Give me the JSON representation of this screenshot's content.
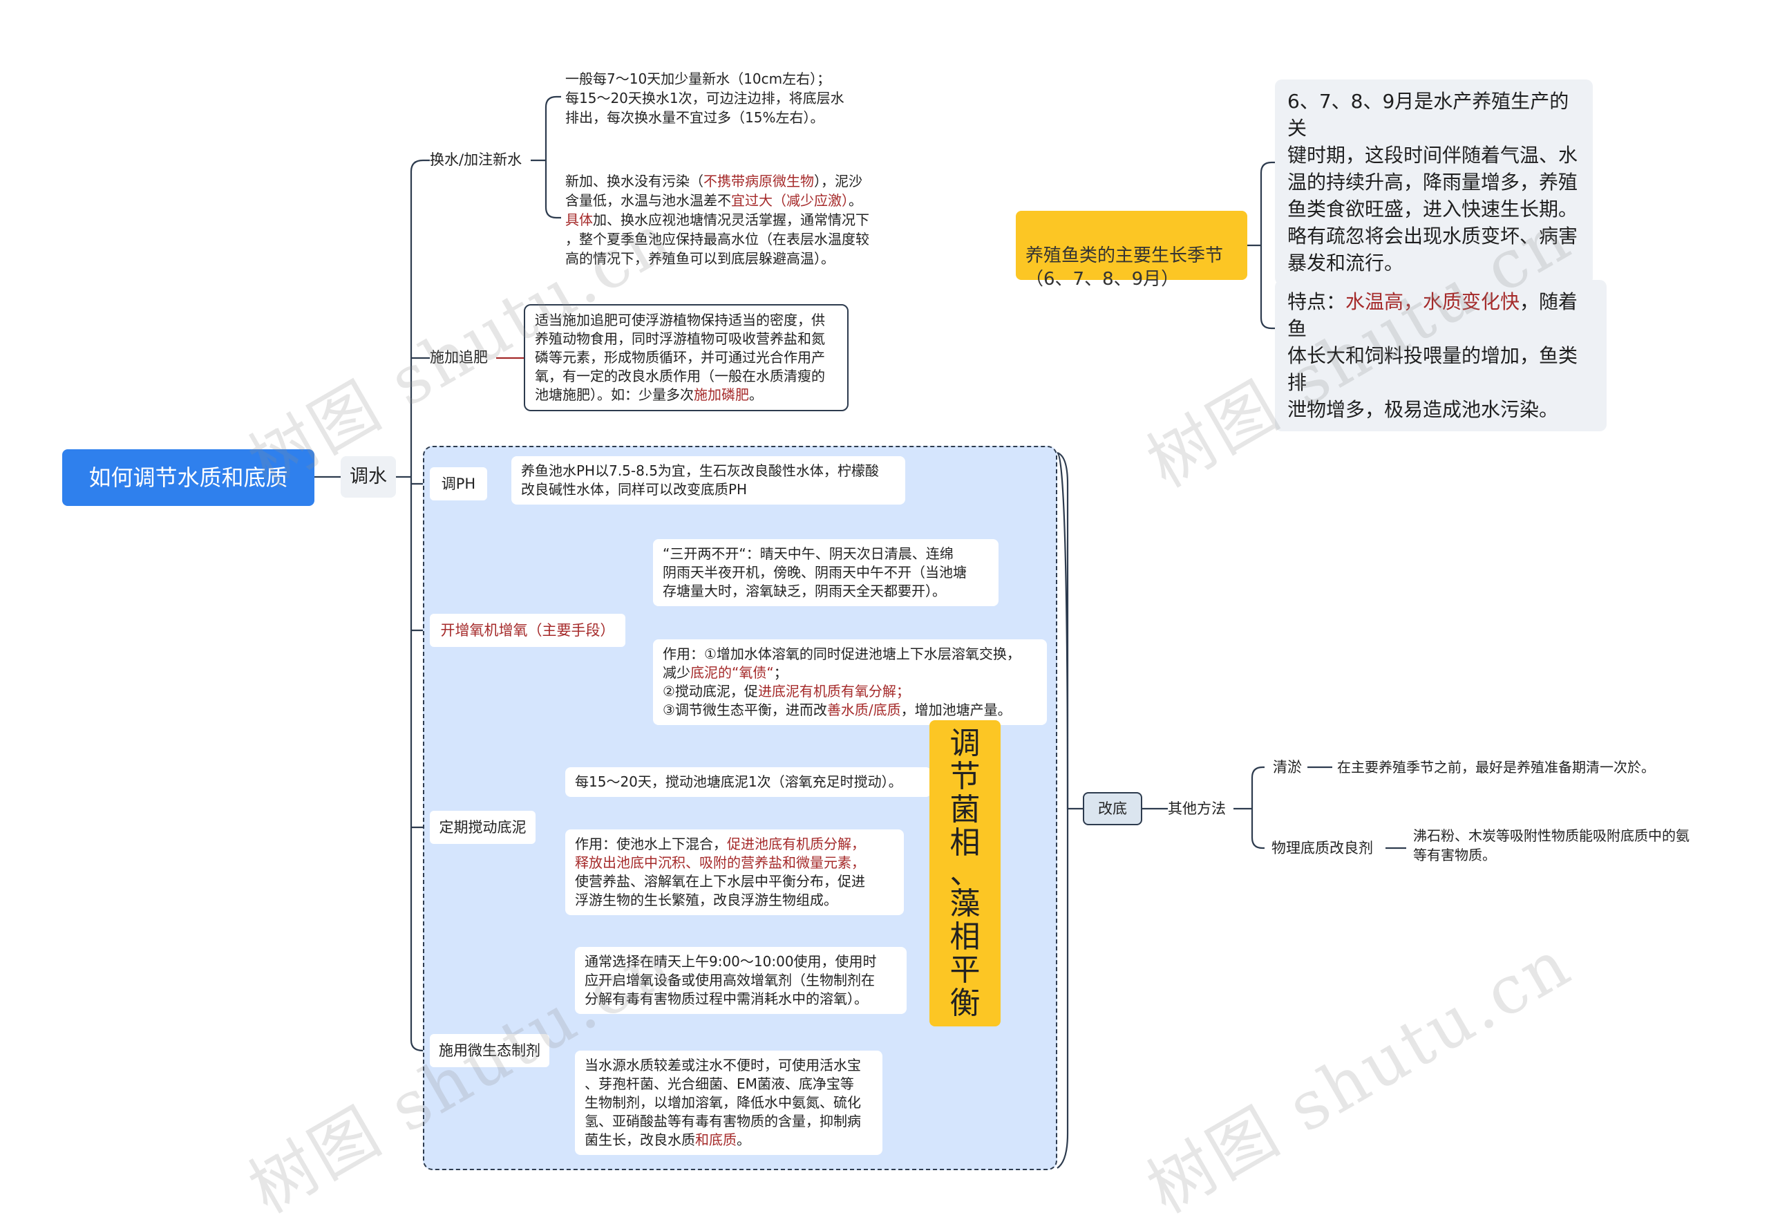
{
  "root": {
    "title": "如何调节水质和底质"
  },
  "main": {
    "label": "调水"
  },
  "branches": {
    "water": {
      "label": "换水/加注新水",
      "card1": "一般每7～10天加少量新水（10cm左右）；\n每15～20天换水1次，可边注边排，将底层水\n排出，每次换水量不宜过多（15%左右）。",
      "card2_parts": [
        "新加、换水没有污染（",
        "不携带病原微生物",
        "），泥沙\n含量低，水温与池水温差不",
        "宜过大（减少应激）",
        "。\n",
        "具体",
        "加、换水应视池塘情况灵活掌握，通常情况下\n，整个夏季鱼池应保持最高水位（在表层水温度较\n高的情况下，养殖鱼可以到底层躲避高温）。"
      ]
    },
    "fertilize": {
      "label": "施加追肥",
      "card_parts": [
        "适当施加追肥可使浮游植物保持适当的密度，供\n养殖动物食用，同时浮游植物可吸收营养盐和氮\n磷等元素，形成物质循环，并可通过光合作用产\n氧，有一定的改良水质作用（一般在水质清瘦的\n池塘施肥）。如：少量多次",
        "施加磷肥",
        "。"
      ]
    },
    "ph": {
      "label": "调PH",
      "card": "养鱼池水PH以7.5-8.5为宜，生石灰改良酸性水体，柠檬酸\n改良碱性水体，同样可以改变底质PH"
    },
    "aerator": {
      "label": "开增氧机增氧（主要手段）",
      "card1": "“三开两不开“：晴天中午、阴天次日清晨、连绵\n阴雨天半夜开机，傍晚、阴雨天中午不开（当池塘\n存塘量大时，溶氧缺乏，阴雨天全天都要开）。",
      "card2_parts": [
        "作用：①增加水体溶氧的同时促进池塘上下水层溶氧交换，\n减少",
        "底泥的“氧债“",
        "；\n②搅动底泥，促",
        "进底泥有机质有氧分解；",
        "\n③调节微生态平衡，进而改",
        "善水质/底质",
        "，增加池塘产量。"
      ]
    },
    "stir": {
      "label": "定期搅动底泥",
      "card1": "每15～20天，搅动池塘底泥1次（溶氧充足时搅动）。",
      "card2_parts": [
        "作用：使池水上下混合，",
        "促进池底有机质分解，\n释放出池底中沉积、吸附的营养盐和微量元素，",
        "\n使营养盐、溶解氧在上下水层中平衡分布，促进\n浮游生物的生长繁殖，改良浮游生物组成。"
      ]
    },
    "micro": {
      "label": "施用微生态制剂",
      "card1": "通常选择在晴天上午9:00～10:00使用，使用时\n应开启增氧设备或使用高效增氧剂（生物制剂在\n分解有毒有害物质过程中需消耗水中的溶氧）。",
      "card2_parts": [
        "当水源水质较差或注水不便时，可使用活水宝\n、芽孢杆菌、光合细菌、EM菌液、底净宝等\n生物制剂，以增加溶氧，降低水中氨氮、硫化\n氢、亚硝酸盐等有毒有害物质的含量，抑制病\n菌生长，改良水质",
        "和底质",
        "。"
      ]
    }
  },
  "summary": {
    "text": "调节菌相、藻相平衡",
    "chars": [
      "调",
      "节",
      "菌",
      "相",
      "、",
      "藻",
      "相",
      "平",
      "衡"
    ]
  },
  "bottom": {
    "label": "改底",
    "other": "其他方法",
    "dredge": {
      "label": "清淤",
      "desc": "在主要养殖季节之前，最好是养殖准备期清一次於。"
    },
    "physical": {
      "label": "物理底质改良剂",
      "desc": "沸石粉、木炭等吸附性物质能吸附底质中的氨\n等有害物质。"
    }
  },
  "season": {
    "label": "养殖鱼类的主要生长季节\n（6、7、8、9月）",
    "card1": "6、7、8、9月是水产养殖生产的关\n键时期，这段时间伴随着气温、水\n温的持续升高，降雨量增多，养殖\n鱼类食欲旺盛，进入快速生长期。\n略有疏忽将会出现水质变坏、病害\n暴发和流行。",
    "card2_parts": [
      "特点：",
      "水温高，水质变化快",
      "，随着鱼\n体长大和饲料投喂量的增加，鱼类排\n泄物增多，极易造成池水污染。"
    ]
  },
  "watermarks": [
    "树图 shutu.cn",
    "树图 shutu.cn",
    "树图 shutu.cn",
    "树图 shutu.cn"
  ],
  "colors": {
    "root_bg": "#2f80ed",
    "accent_yellow": "#fcc624",
    "highlight_red": "#a52a2a",
    "dashed_fill": "#d5e5fd",
    "line": "#2d3b4e"
  }
}
